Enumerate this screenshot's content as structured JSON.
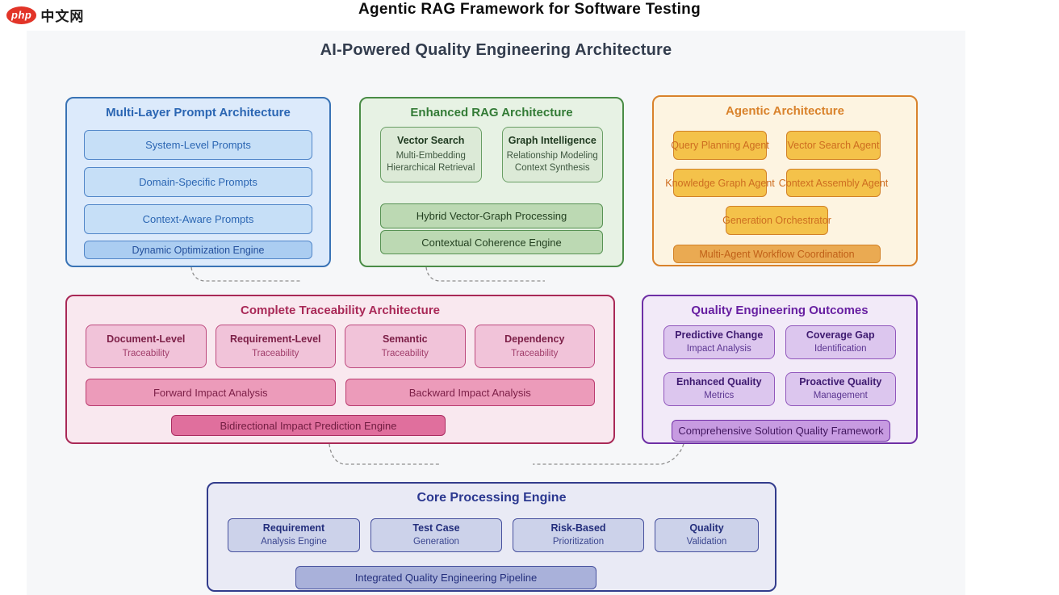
{
  "site": {
    "logo_brand": "php",
    "logo_suffix": "中文网"
  },
  "header": {
    "page_title": "Agentic RAG Framework for Software Testing"
  },
  "diagram": {
    "title": "AI-Powered Quality Engineering Architecture",
    "panels": {
      "prompt": {
        "title": "Multi-Layer Prompt Architecture",
        "items": [
          "System-Level Prompts",
          "Domain-Specific Prompts",
          "Context-Aware Prompts"
        ],
        "footer": "Dynamic Optimization Engine"
      },
      "rag": {
        "title": "Enhanced RAG Architecture",
        "cards": [
          {
            "title": "Vector Search",
            "lines": [
              "Multi-Embedding",
              "Hierarchical Retrieval"
            ]
          },
          {
            "title": "Graph Intelligence",
            "lines": [
              "Relationship Modeling",
              "Context Synthesis"
            ]
          }
        ],
        "bars": [
          "Hybrid Vector-Graph Processing",
          "Contextual Coherence Engine"
        ]
      },
      "agentic": {
        "title": "Agentic Architecture",
        "agents": [
          "Query Planning Agent",
          "Vector Search Agent",
          "Knowledge Graph Agent",
          "Context Assembly Agent",
          "Generation Orchestrator"
        ],
        "footer": "Multi-Agent Workflow Coordination"
      },
      "trace": {
        "title": "Complete Traceability Architecture",
        "cards": [
          {
            "title": "Document-Level",
            "sub": "Traceability"
          },
          {
            "title": "Requirement-Level",
            "sub": "Traceability"
          },
          {
            "title": "Semantic",
            "sub": "Traceability"
          },
          {
            "title": "Dependency",
            "sub": "Traceability"
          }
        ],
        "bars": [
          "Forward Impact Analysis",
          "Backward Impact Analysis"
        ],
        "footer": "Bidirectional Impact Prediction Engine"
      },
      "outcomes": {
        "title": "Quality Engineering Outcomes",
        "cards": [
          {
            "title": "Predictive Change",
            "sub": "Impact Analysis"
          },
          {
            "title": "Coverage Gap",
            "sub": "Identification"
          },
          {
            "title": "Enhanced Quality",
            "sub": "Metrics"
          },
          {
            "title": "Proactive Quality",
            "sub": "Management"
          }
        ],
        "footer": "Comprehensive Solution Quality Framework"
      },
      "core": {
        "title": "Core Processing Engine",
        "cards": [
          {
            "title": "Requirement",
            "sub": "Analysis Engine"
          },
          {
            "title": "Test Case",
            "sub": "Generation"
          },
          {
            "title": "Risk-Based",
            "sub": "Prioritization"
          },
          {
            "title": "Quality",
            "sub": "Validation"
          }
        ],
        "footer": "Integrated Quality Engineering Pipeline"
      }
    },
    "colors": {
      "logo_red": "#e23428",
      "panel_bg": "#f6f7f9",
      "heading_text": "#333d4e",
      "blue_border": "#3973b5",
      "green_border": "#4a8c46",
      "orange_border": "#d9822b",
      "pink_border": "#a92957",
      "purple_border": "#6e2fa5",
      "navy_border": "#323c8c",
      "connector": "#8f8f8f"
    }
  }
}
